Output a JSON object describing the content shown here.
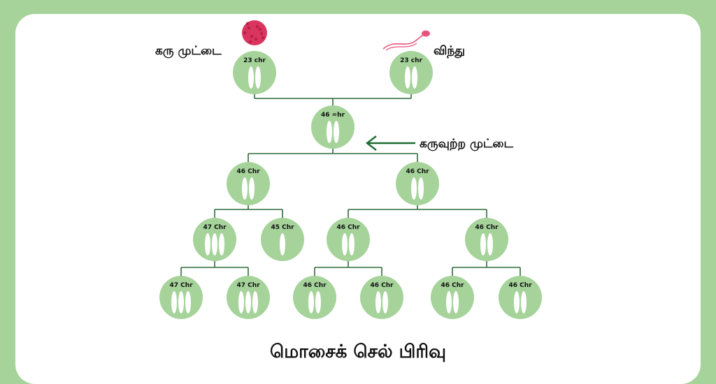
{
  "labels": {
    "egg": "கரு முட்டை",
    "sperm": "விந்து",
    "zygote": "கருவுற்ற முட்டை",
    "title": "மொசைக் செல் பிரிவு"
  },
  "colors": {
    "background": "#a5d39a",
    "panel": "#ffffff",
    "cell": "#a5d39a",
    "line": "#2e6b3a",
    "arrow": "#1f6b33",
    "egg": "#d9355f",
    "sperm": "#e8557c"
  },
  "icons": {
    "egg": "egg-cell-icon",
    "sperm": "sperm-icon",
    "arrow": "arrow-left-icon"
  },
  "cells": [
    {
      "id": "egg-cell",
      "label": "23 chr",
      "chromosomes": 2
    },
    {
      "id": "sperm-cell",
      "label": "23 chr",
      "chromosomes": 2
    },
    {
      "id": "zygote",
      "label": "46 =hr",
      "chromosomes": 2
    },
    {
      "id": "l2-left",
      "label": "46 Chr",
      "chromosomes": 2
    },
    {
      "id": "l2-right",
      "label": "46 Chr",
      "chromosomes": 2
    },
    {
      "id": "l3-a",
      "label": "47 Chr",
      "chromosomes": 3
    },
    {
      "id": "l3-b",
      "label": "45 Chr",
      "chromosomes": 1
    },
    {
      "id": "l3-c",
      "label": "46 Chr",
      "chromosomes": 2
    },
    {
      "id": "l3-d",
      "label": "46 Chr",
      "chromosomes": 2
    },
    {
      "id": "l4-a",
      "label": "47 Chr",
      "chromosomes": 3
    },
    {
      "id": "l4-b",
      "label": "47 Chr",
      "chromosomes": 3
    },
    {
      "id": "l4-c",
      "label": "46 Chr",
      "chromosomes": 2
    },
    {
      "id": "l4-d",
      "label": "46 Chr",
      "chromosomes": 2
    },
    {
      "id": "l4-e",
      "label": "46 Chr",
      "chromosomes": 2
    },
    {
      "id": "l4-f",
      "label": "46 Chr",
      "chromosomes": 2
    }
  ]
}
